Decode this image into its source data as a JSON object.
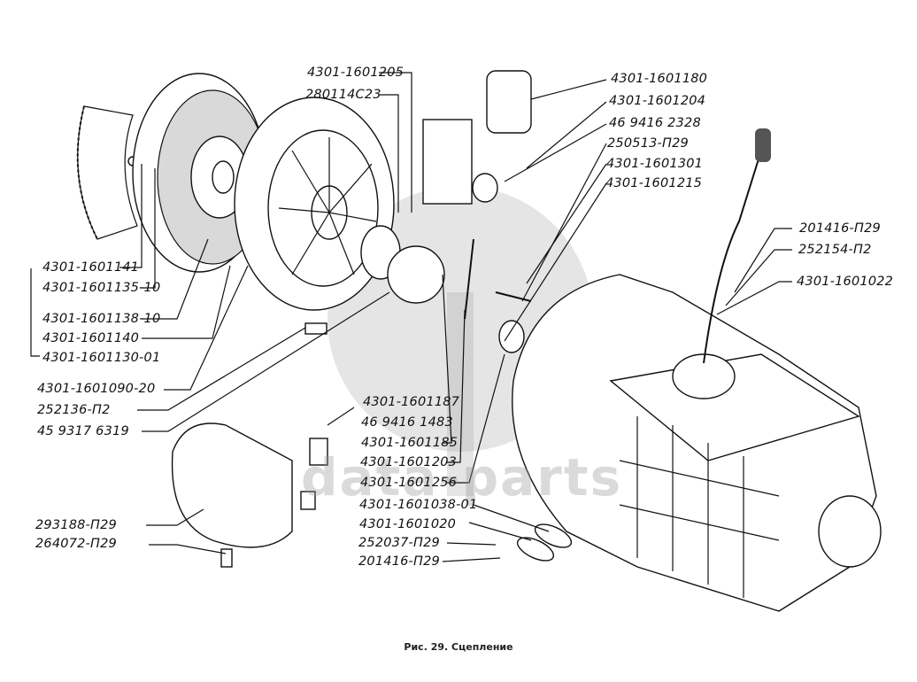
{
  "figure": {
    "caption": "Рис. 29. Сцепление",
    "watermark": "data-parts"
  },
  "labels": {
    "top_center": [
      "4301-1601205",
      "280114С23"
    ],
    "top_right": [
      "4301-1601180",
      "4301-1601204",
      "46 9416 2328",
      "250513-П29",
      "4301-1601301",
      "4301-1601215"
    ],
    "right": [
      "201416-П29",
      "252154-П2",
      "4301-1601022"
    ],
    "left_group": [
      "4301-1601141",
      "4301-1601135-10",
      "4301-1601138-10",
      "4301-1601140",
      "4301-1601130-01"
    ],
    "left_lower": [
      "4301-1601090-20",
      "252136-П2",
      "45 9317 6319"
    ],
    "center_lower": [
      "4301-1601187",
      "46 9416 1483",
      "4301-1601185",
      "4301-1601203",
      "4301-1601256",
      "4301-1601038-01",
      "4301-1601020",
      "252037-П29",
      "201416-П29"
    ],
    "bottom_left": [
      "293188-П29",
      "264072-П29"
    ]
  }
}
